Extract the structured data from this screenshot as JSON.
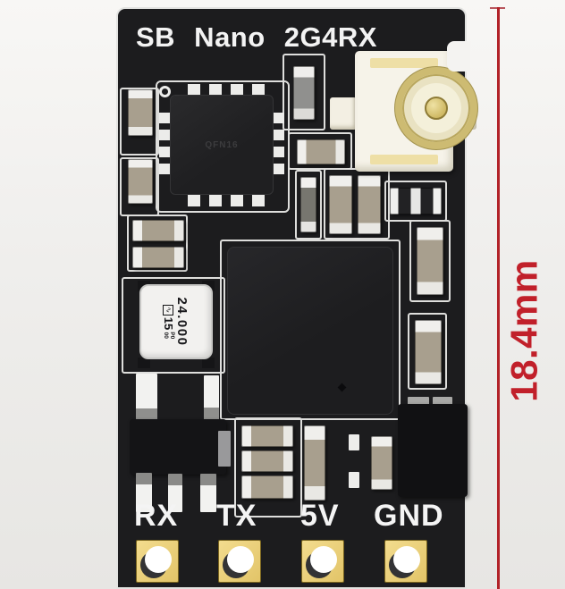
{
  "board": {
    "title": "SB Nano 2G4RX",
    "chip_marking": "QFN16",
    "crystal": {
      "frequency": "24.000",
      "logo_glyph": "∿",
      "line2_num": "15",
      "line2_top": "P0",
      "line2_bottom": "00"
    },
    "pins": [
      {
        "label": "RX"
      },
      {
        "label": "TX"
      },
      {
        "label": "5V"
      },
      {
        "label": "GND"
      }
    ]
  },
  "annotation": {
    "dimension_label": "18.4mm"
  },
  "colors": {
    "pcb_black": "#1c1c1e",
    "silkscreen": "#dededc",
    "gold_pad": "#e8cd78",
    "component_tan": "#a89f8e",
    "antenna_cream": "#f6f3e9",
    "dimension_red": "#c1202a"
  }
}
